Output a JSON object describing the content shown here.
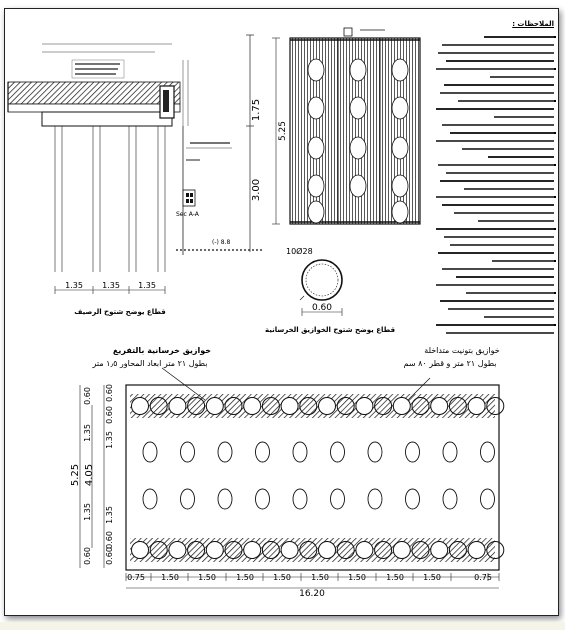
{
  "top_left_section": {
    "caption": "قطاع يوضح شتوح الرصيف",
    "dim_vertical_upper": "1.75",
    "dim_vertical_lower": "3.00",
    "dim_spacings": [
      "1.35",
      "1.35",
      "1.35"
    ],
    "section_label": "Sec A-A",
    "level_label": "(-) 8.8"
  },
  "pile_section": {
    "caption": "قطاع يوضح شتوح الخوازيق الخرسانية",
    "dim_height": "5.25",
    "bar_label": "10Ø28",
    "diameter": "0.60"
  },
  "notes": {
    "title": "الملاحظات :"
  },
  "plan": {
    "label_left_line1": "خوازيق خرسانية بالتفريغ",
    "label_left_line2": "بطول ٢١ متر ابعاد المحاور ١٫٥ متر",
    "label_right_line1": "خوازيق بتونيت متداخلة",
    "label_right_line2": "بطول ٢١ متر و قطر ٨٠ سم",
    "dim_total_height": "5.25",
    "dim_mid": "4.05",
    "dim_left_segments": [
      "0.60",
      "1.35",
      "1.35",
      "0.60"
    ],
    "dim_right_segments": [
      "0.60",
      "0.60",
      "1.35",
      "1.35",
      "0.60",
      "0.60"
    ],
    "dim_bottom_segments": [
      "0.75",
      "1.50",
      "1.50",
      "1.50",
      "1.50",
      "1.50",
      "1.50",
      "1.50",
      "1.50",
      "0.75"
    ],
    "dim_total_width": "16.20"
  }
}
